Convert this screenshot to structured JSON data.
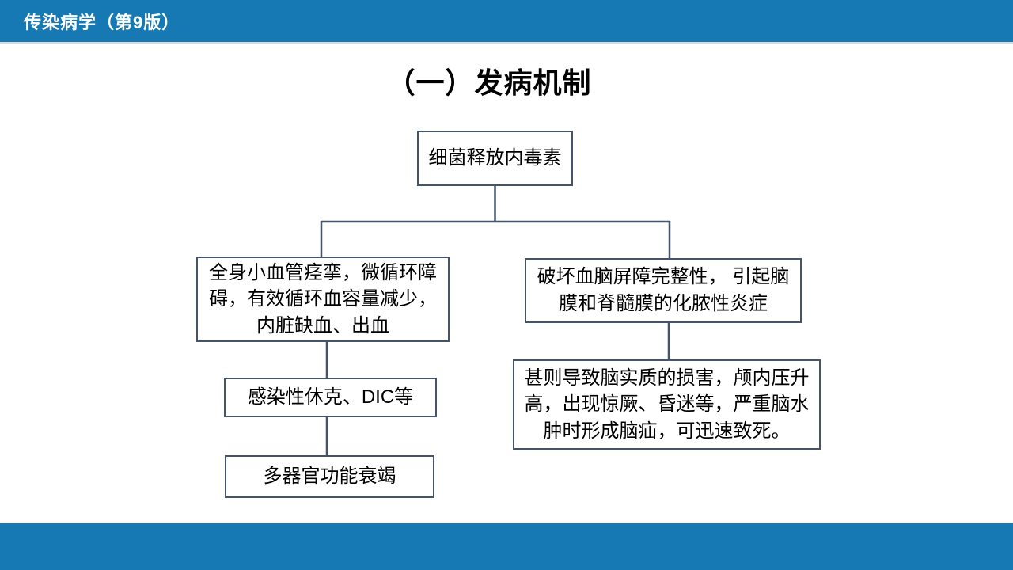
{
  "slide": {
    "header": {
      "title": "传染病学（第9版）"
    },
    "title": "（一）发病机制",
    "flowchart": {
      "nodes": [
        {
          "id": "endotoxin-release",
          "text": "细菌释放内毒素"
        },
        {
          "id": "vasospasm",
          "text": "全身小血管痉挛，微循环障\n碍，有效循环血容量减少，\n内脏缺血、出血"
        },
        {
          "id": "blood-brain-barrier",
          "text": "破坏血脑屏障完整性， 引起脑\n膜和脊髓膜的化脓性炎症"
        },
        {
          "id": "septic-shock-dic",
          "text": "感染性休克、DIC等"
        },
        {
          "id": "brain-parenchyma-damage",
          "text": "甚则导致脑实质的损害，颅内压升\n高，出现惊厥、昏迷等，严重脑水\n肿时形成脑疝，可迅速致死。"
        },
        {
          "id": "multi-organ-failure",
          "text": "多器官功能衰竭"
        }
      ]
    },
    "colors": {
      "accent_blue": "#1779B4",
      "box_border": "#44546A",
      "text_color": "#000000"
    }
  }
}
